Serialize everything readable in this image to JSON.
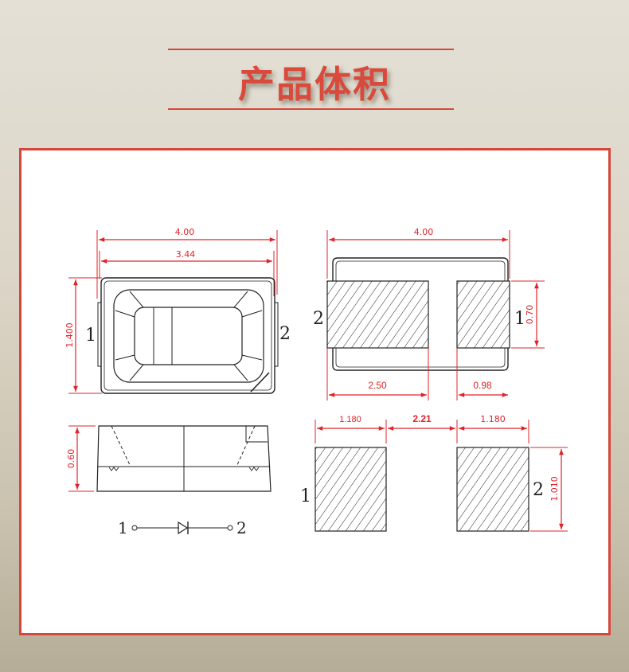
{
  "header": {
    "title": "产品体积"
  },
  "colors": {
    "accent": "#d94a3c",
    "frame_border": "#d4483c",
    "dimension": "#e0232a",
    "line": "#222222"
  },
  "diagrams": {
    "top_view": {
      "width_outer": "4.00",
      "width_inner": "3.44",
      "height": "1.400",
      "pin_left": "1",
      "pin_right": "2"
    },
    "bottom_view": {
      "width": "4.00",
      "pad_height": "0.70",
      "pad_left_width": "2.50",
      "pad_right_width": "0.98",
      "pin_left": "2",
      "pin_right": "1"
    },
    "side_view": {
      "height": "0.60"
    },
    "schematic": {
      "pin_left": "1",
      "pin_right": "2",
      "symbol": "diode"
    },
    "footprint": {
      "pad_width_left": "1.180",
      "gap": "2.21",
      "pad_width_right": "1.180",
      "pad_height": "1.010",
      "pin_left": "1",
      "pin_right": "2"
    }
  }
}
